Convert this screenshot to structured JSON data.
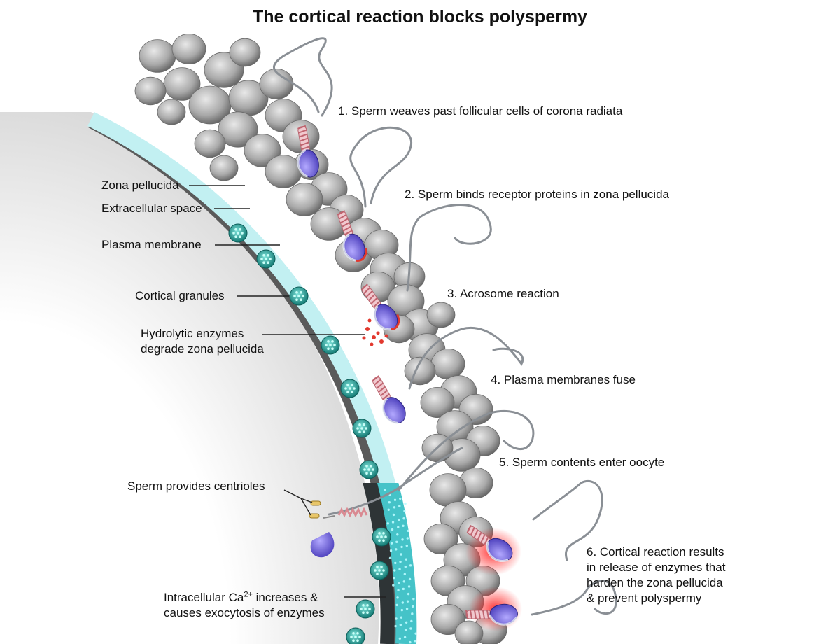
{
  "title": "The cortical reaction blocks polyspermy",
  "labels": {
    "zona_pellucida": "Zona pellucida",
    "extracellular_space": "Extracellular space",
    "plasma_membrane": "Plasma membrane",
    "cortical_granules": "Cortical granules",
    "hydrolytic_line1": "Hydrolytic enzymes",
    "hydrolytic_line2": "degrade zona pellucida",
    "centrioles": "Sperm provides centrioles",
    "calcium_line1_pre": "Intracellular Ca",
    "calcium_sup": "2+",
    "calcium_line1_post": " increases &",
    "calcium_line2": "causes exocytosis of enzymes"
  },
  "steps": [
    {
      "lines": [
        "1.  Sperm weaves past follicular cells of corona radiata"
      ]
    },
    {
      "lines": [
        "2. Sperm binds receptor proteins in zona pellucida"
      ]
    },
    {
      "lines": [
        "3. Acrosome reaction"
      ]
    },
    {
      "lines": [
        "4. Plasma membranes fuse"
      ]
    },
    {
      "lines": [
        "5. Sperm contents enter oocyte"
      ]
    },
    {
      "lines": [
        "6. Cortical reaction results",
        "in release of enzymes that",
        "harden the zona pellucida",
        "& prevent polyspermy"
      ]
    }
  ],
  "colors": {
    "zona": "#bff0f1",
    "zona_dark": "#3fbfc4",
    "membrane": "#555555",
    "granule": "#1e9e96",
    "sperm_head": "#6b5fd6",
    "acrosome_red": "#e2382e",
    "midpiece": "#d98a92",
    "follicle": "#9a9a9a"
  }
}
